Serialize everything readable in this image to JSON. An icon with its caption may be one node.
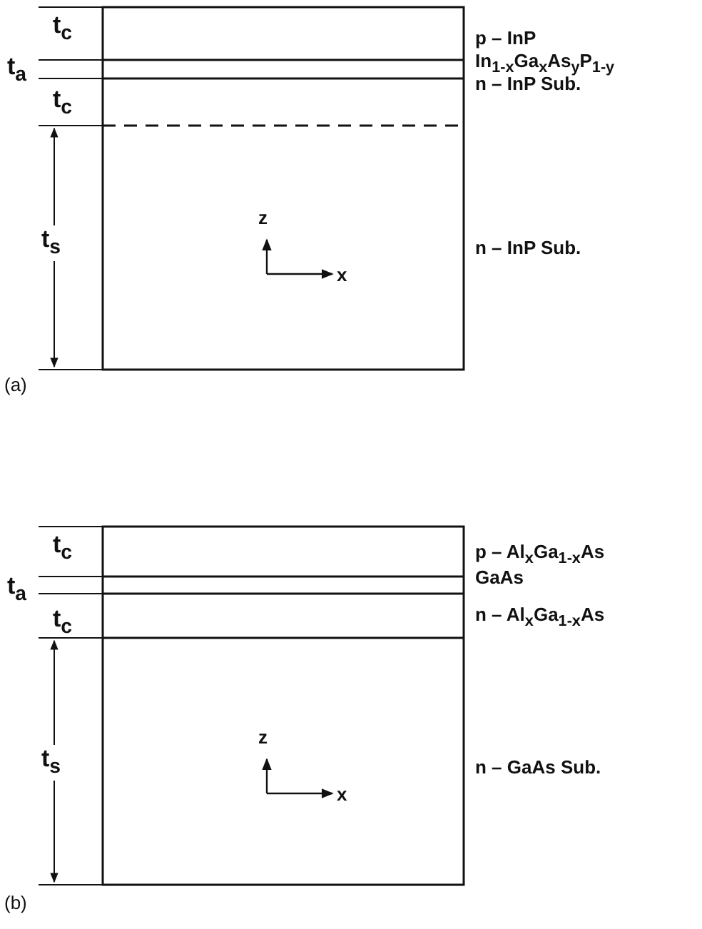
{
  "diagram": {
    "labels": [
      "t$_{c}$",
      "p – InP",
      "t$_{a}$",
      "In$_{1-x}$Ga$_{x}$As$_{y}$P$_{1-y}$",
      "t$_{c}$",
      "n – InP Sub.",
      "z",
      "t$_{s}$",
      "n – InP Sub.",
      "x",
      "(a)",
      "t$_{c}$",
      "p – Al$_{x}$Ga$_{1-x}$As",
      "t$_{a}$",
      "GaAs",
      "t$_{c}$",
      "n – Al$_{x}$Ga$_{1-x}$As",
      "z",
      "t$_{s}$",
      "n – GaAs Sub.",
      "x",
      "(b)"
    ]
  }
}
